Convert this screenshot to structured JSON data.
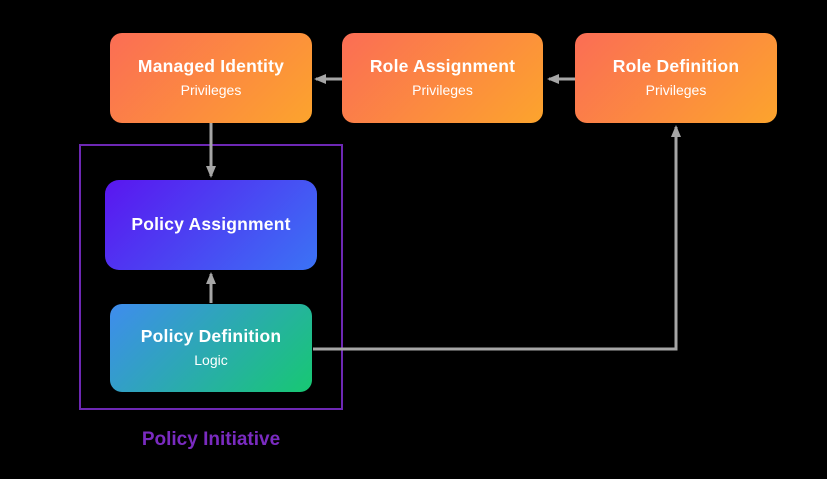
{
  "diagram": {
    "nodes": {
      "managed_identity": {
        "title": "Managed Identity",
        "subtitle": "Privileges"
      },
      "role_assignment": {
        "title": "Role Assignment",
        "subtitle": "Privileges"
      },
      "role_definition": {
        "title": "Role Definition",
        "subtitle": "Privileges"
      },
      "policy_assignment": {
        "title": "Policy Assignment"
      },
      "policy_definition": {
        "title": "Policy Definition",
        "subtitle": "Logic"
      }
    },
    "group": {
      "label": "Policy Initiative",
      "border_color": "#6D28B4",
      "label_color": "#7A2BC0"
    },
    "edges": [
      {
        "from": "role_definition",
        "to": "role_assignment",
        "direction": "left"
      },
      {
        "from": "role_assignment",
        "to": "managed_identity",
        "direction": "left"
      },
      {
        "from": "managed_identity",
        "to": "policy_assignment",
        "direction": "down"
      },
      {
        "from": "policy_definition",
        "to": "policy_assignment",
        "direction": "up"
      },
      {
        "from": "policy_definition",
        "to": "role_definition",
        "direction": "right-then-up"
      }
    ],
    "colors": {
      "background": "#000000",
      "orange_gradient_start": "#FB6D55",
      "orange_gradient_end": "#FCA42D",
      "blue_gradient_start": "#5A16F0",
      "blue_gradient_end": "#3B73F5",
      "teal_gradient_start": "#3F8CEE",
      "teal_gradient_end": "#17C872",
      "connector": "#A6A6A6",
      "node_text": "#FFFFFF"
    }
  }
}
